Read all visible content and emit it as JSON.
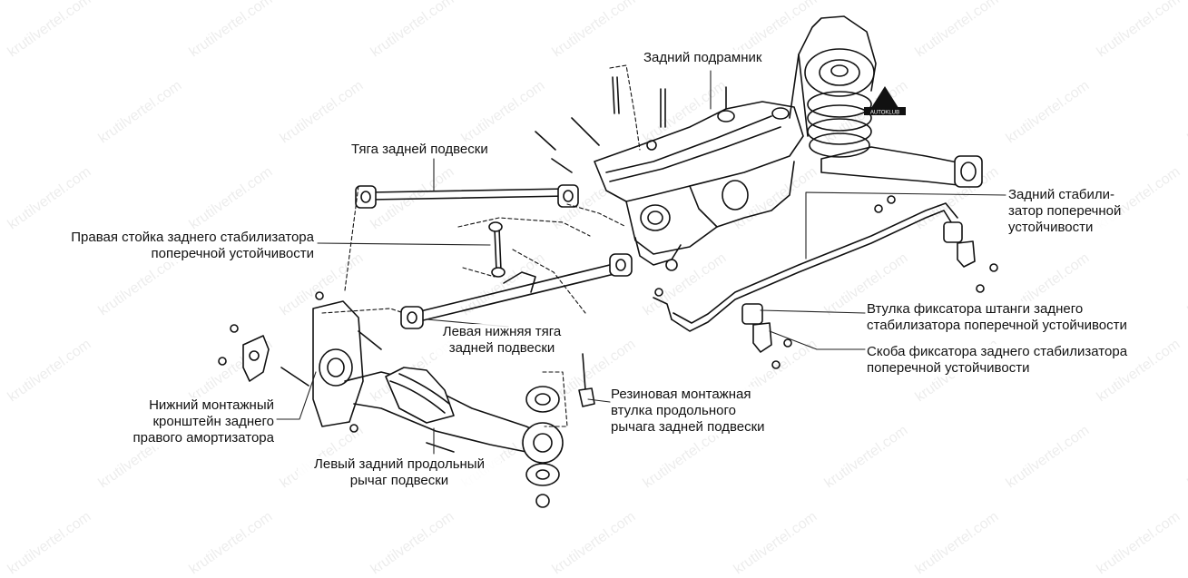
{
  "watermark": "krutilvertel.com",
  "logo_text": "AUTOKLUB",
  "labels": {
    "subframe": "Задний подрамник",
    "rear_link": "Тяга задней подвески",
    "stab_link": "Правая стойка заднего стабилизатора\nпоперечной устойчивости",
    "lower_link": "Левая нижняя тяга\nзадней подвески",
    "shock_bracket": "Нижний монтажный\nкронштейн заднего\nправого амортизатора",
    "trailing_arm": "Левый задний продольный\nрычаг подвески",
    "rubber_bushing": "Резиновая монтажная\nвтулка продольного\nрычага задней подвески",
    "stabilizer": "Задний стабили-\nзатор поперечной\nустойчивости",
    "stab_bushing": "Втулка фиксатора штанги заднего\nстабилизатора поперечной устойчивости",
    "stab_bracket": "Скоба фиксатора заднего стабилизатора\nпоперечной устойчивости"
  },
  "colors": {
    "ink": "#111111",
    "leader": "#222222"
  }
}
